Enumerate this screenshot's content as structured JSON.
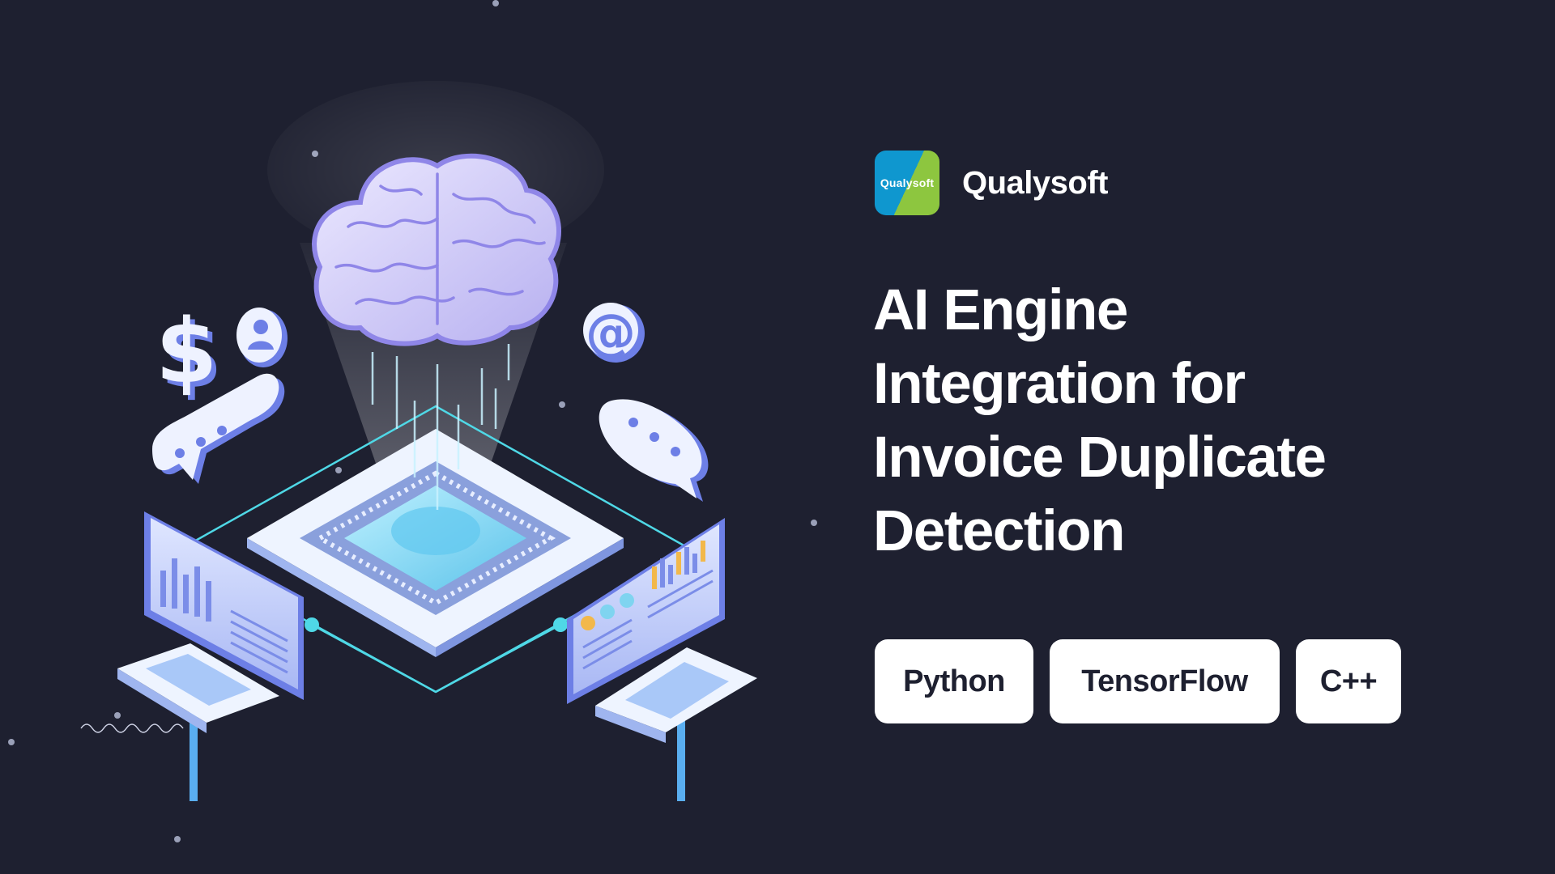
{
  "brand": {
    "logo_text": "Qualysoft",
    "name": "Qualysoft"
  },
  "title_lines": [
    "AI Engine",
    "Integration for",
    "Invoice Duplicate",
    "Detection"
  ],
  "tags": [
    "Python",
    "TensorFlow",
    "C++"
  ],
  "illustration": {
    "icons": [
      "brain-icon",
      "dollar-icon",
      "user-icon",
      "at-sign-icon",
      "chat-bubble-icon",
      "processor-chip-icon",
      "monitor-icon",
      "keyboard-icon"
    ],
    "accent": "#4fd8e6",
    "brain_color": "#c9c3f5",
    "chip_color": "#7fd4f0"
  },
  "colors": {
    "background": "#1e2030",
    "text": "#ffffff",
    "tag_bg": "#ffffff",
    "tag_text": "#1e2030",
    "logo_blue": "#0f97cf",
    "logo_green": "#8dc63f"
  }
}
